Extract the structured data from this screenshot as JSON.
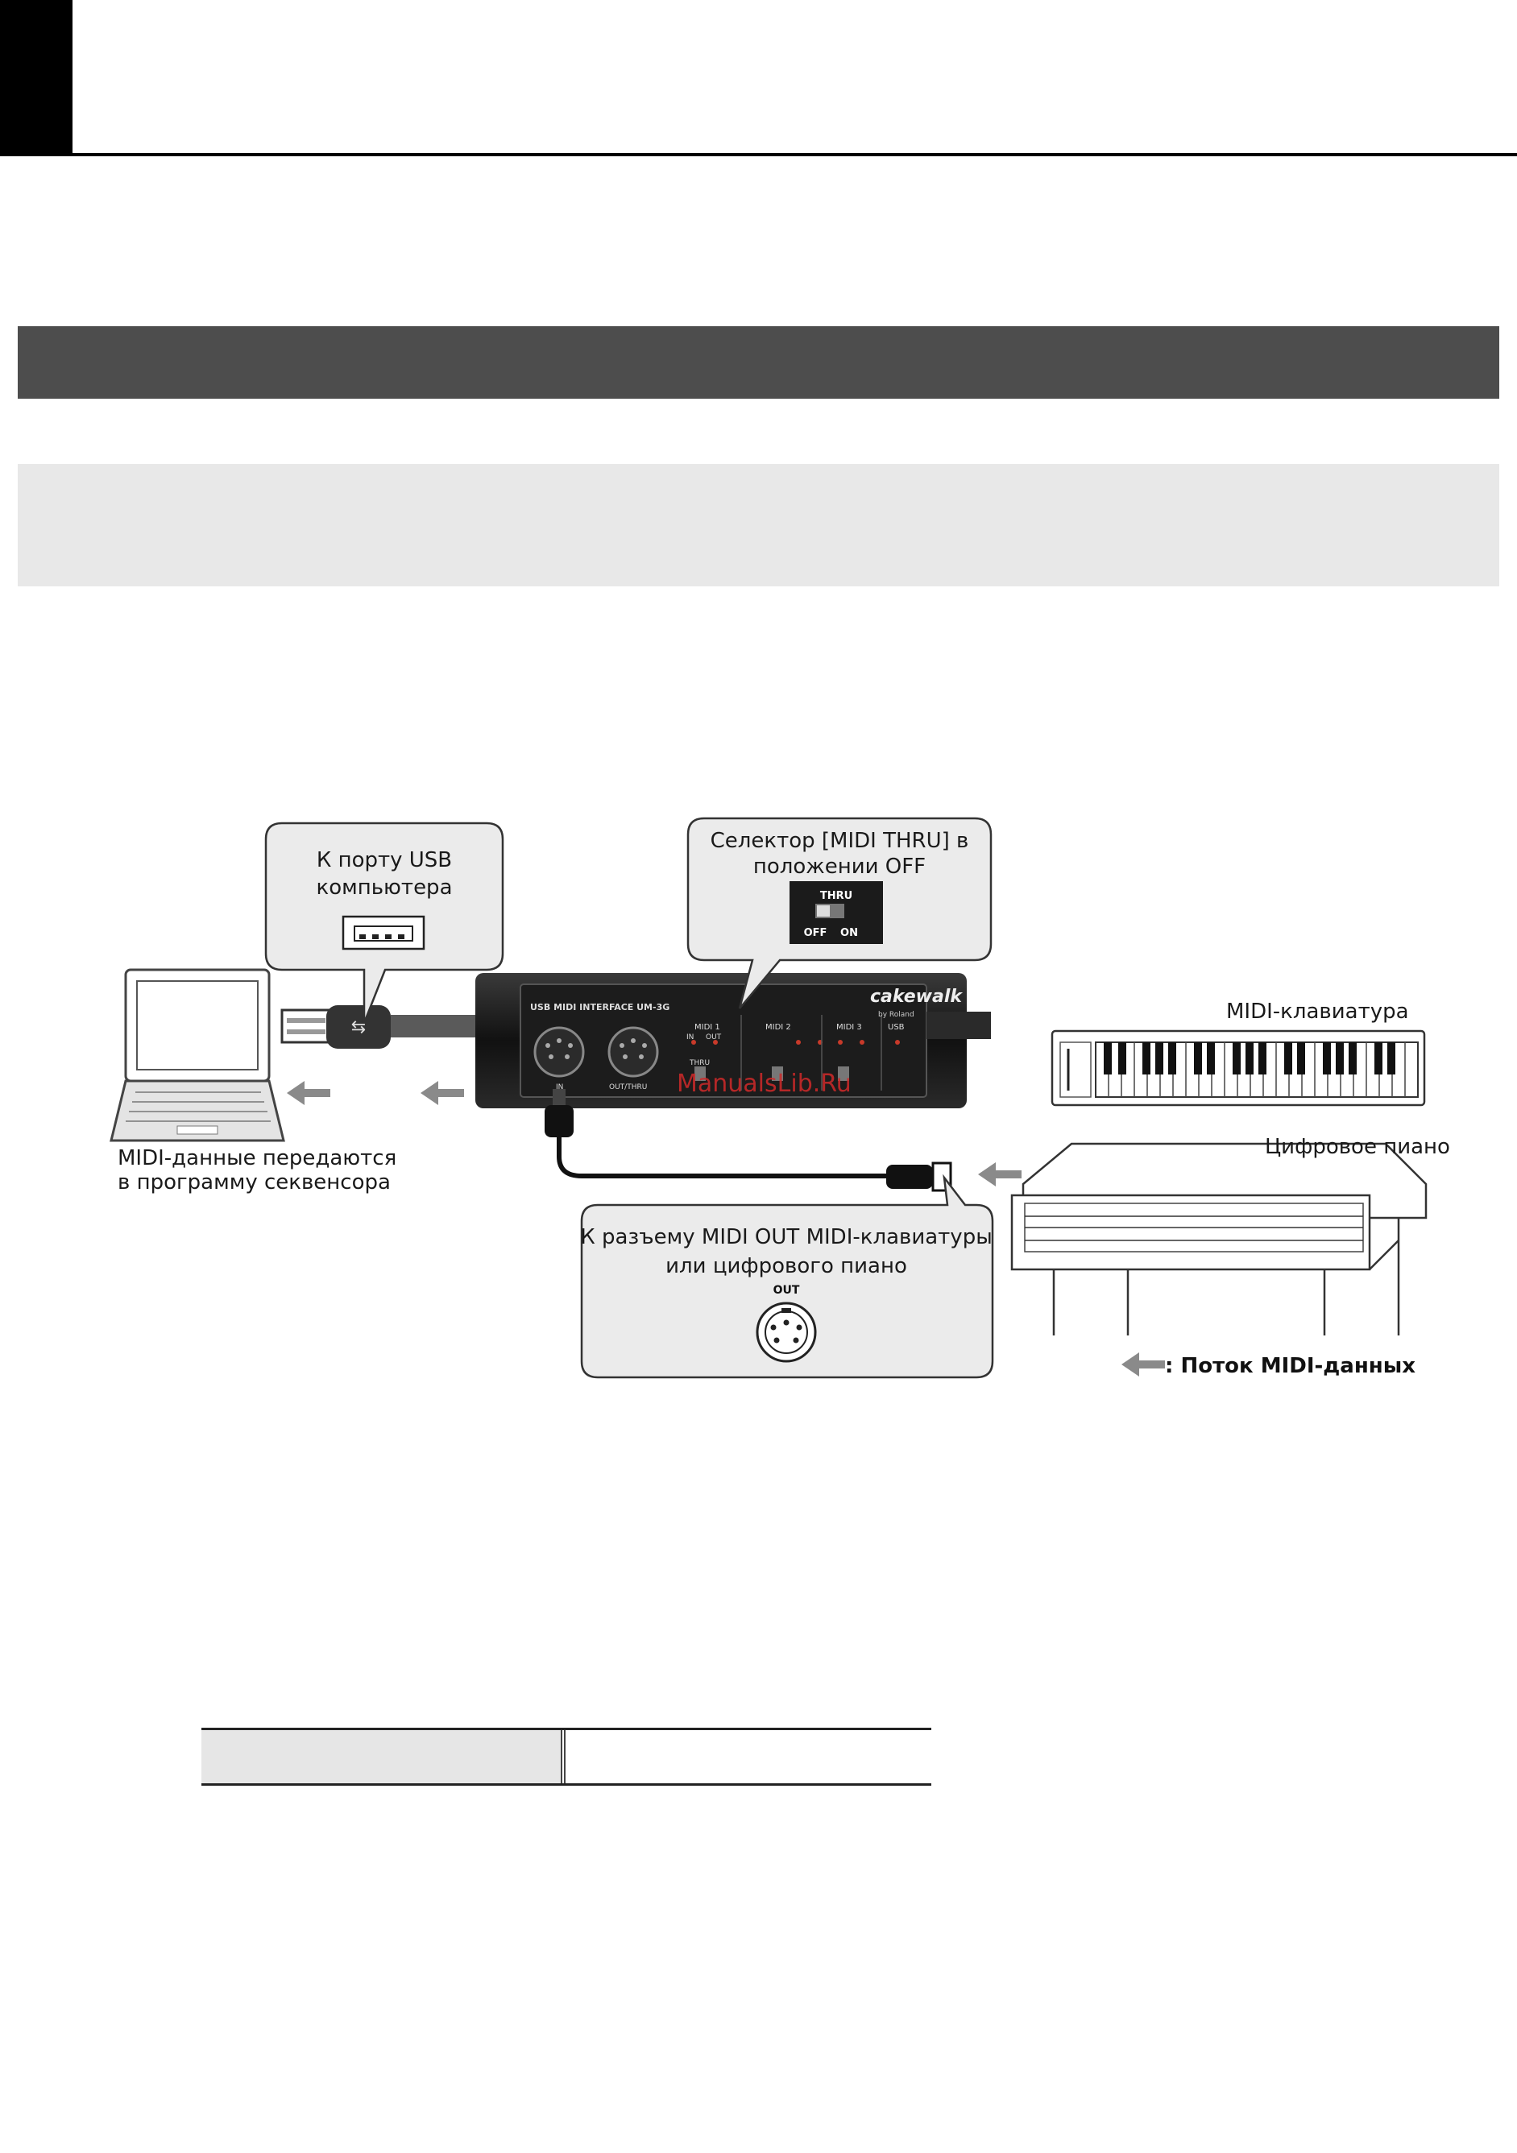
{
  "page": {
    "title_bar_color": "#000000",
    "section_bar_color": "#4d4d4d",
    "note_box_color": "#e8e8e8"
  },
  "diagram": {
    "callout_usb": {
      "line1": "К порту USB",
      "line2": "компьютера"
    },
    "callout_thru": {
      "line1": "Селектор [MIDI THRU] в",
      "line2": "положении OFF",
      "switch_title": "THRU",
      "switch_off": "OFF",
      "switch_on": "ON"
    },
    "computer_caption": {
      "line1": "MIDI-данные передаются",
      "line2": "в программу секвенсора"
    },
    "keyboard_label": "MIDI-клавиатура",
    "piano_label": "Цифровое пиано",
    "callout_midi_out": {
      "line1": "К разъему MIDI OUT MIDI-клавиатуры",
      "line2": "или цифрового пиано",
      "port_label": "OUT"
    },
    "legend": ": Поток MIDI-данных",
    "interface": {
      "model": "USB MIDI INTERFACE UM-3G",
      "brand": "cakewalk",
      "sub_brand": "by Roland",
      "port_in": "IN",
      "port_out": "OUT/THRU",
      "midi1": "MIDI 1",
      "midi2": "MIDI 2",
      "midi3": "MIDI 3",
      "in": "IN",
      "out": "OUT",
      "thru": "THRU",
      "off": "OFF",
      "on": "ON",
      "usb": "USB"
    },
    "watermark": "ManualsLib.Ru"
  }
}
